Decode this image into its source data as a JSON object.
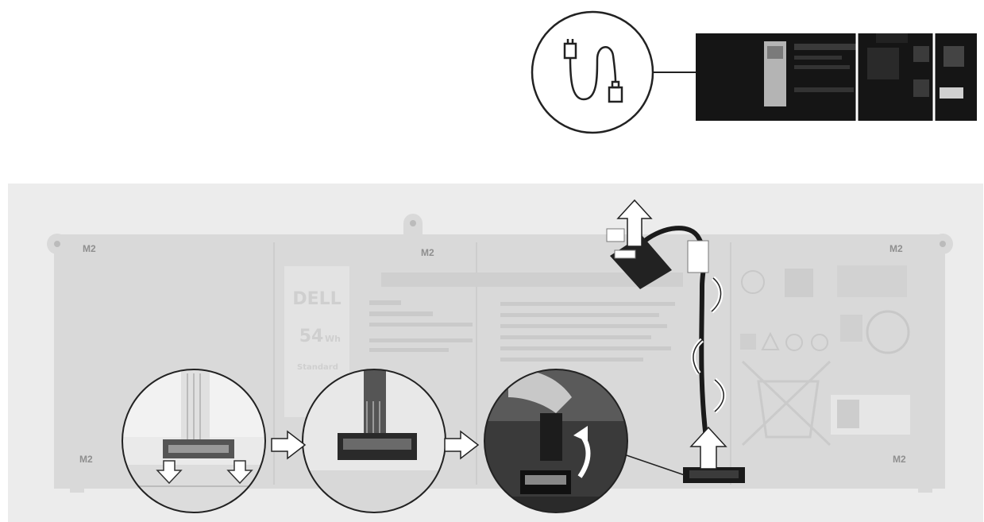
{
  "figure": {
    "brand": "DELL",
    "capacity_value": "54",
    "capacity_unit": "Wh",
    "battery_type": "Standard",
    "screw_label": "M2",
    "screw_label_top": "M2",
    "icon": "cable-connector-icon"
  },
  "colors": {
    "panel_bg": "#ececec",
    "battery_body": "#d9d9d9",
    "arrow_fill": "#ffffff",
    "cable": "#1a1a1a"
  }
}
